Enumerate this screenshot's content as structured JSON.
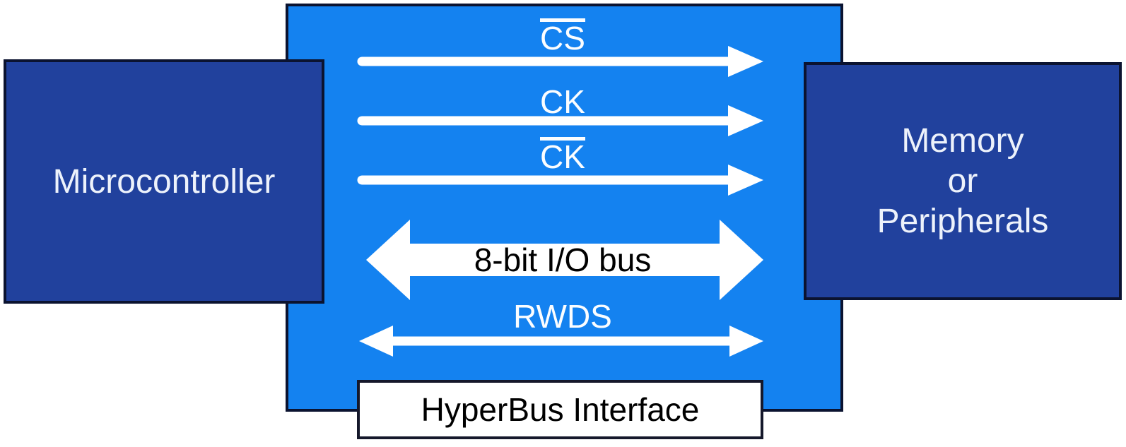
{
  "blocks": {
    "left": {
      "label": "Microcontroller"
    },
    "right": {
      "label": "Memory\nor\nPeripherals"
    },
    "interface": {
      "label": "HyperBus Interface"
    }
  },
  "signals": [
    {
      "id": "cs",
      "label": "CS",
      "overline": true,
      "direction": "to-memory"
    },
    {
      "id": "ck",
      "label": "CK",
      "overline": false,
      "direction": "to-memory"
    },
    {
      "id": "ck_n",
      "label": "CK",
      "overline": true,
      "direction": "to-memory"
    },
    {
      "id": "io",
      "label": "8-bit I/O bus",
      "overline": false,
      "direction": "bidirectional"
    },
    {
      "id": "rwds",
      "label": "RWDS",
      "overline": false,
      "direction": "bidirectional"
    }
  ],
  "colors": {
    "panel_blue": "#1482F0",
    "block_navy": "#21419d",
    "border_dark": "#0b1330",
    "arrow_white": "#ffffff",
    "block_text": "#edf2fb",
    "bus_text": "#000000"
  }
}
